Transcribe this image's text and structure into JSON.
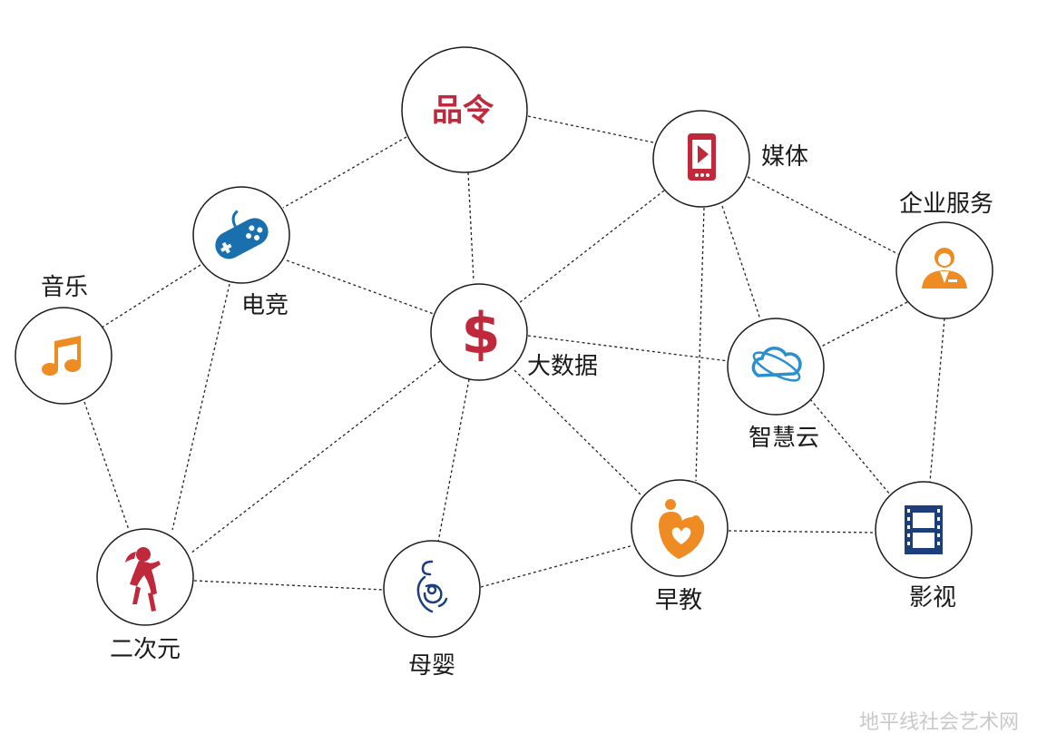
{
  "colors": {
    "red": "#c0293b",
    "blue": "#1a6fae",
    "orange": "#ee8b22",
    "navy": "#1c3f7c",
    "sky": "#2a8fcf"
  },
  "nodes": {
    "center": {
      "label": "品令"
    },
    "media": {
      "label": "媒体",
      "icon": "mobile-video-icon"
    },
    "esports": {
      "label": "电竞",
      "icon": "gamepad-icon"
    },
    "music": {
      "label": "音乐",
      "icon": "music-note-icon"
    },
    "bigdata": {
      "label": "大数据",
      "icon": "dollar-icon"
    },
    "enterprise": {
      "label": "企业服务",
      "icon": "service-person-icon"
    },
    "cloud": {
      "label": "智慧云",
      "icon": "cloud-icon"
    },
    "acg": {
      "label": "二次元",
      "icon": "anime-girl-icon"
    },
    "maternal": {
      "label": "母婴",
      "icon": "mother-baby-icon"
    },
    "early": {
      "label": "早教",
      "icon": "parent-child-icon"
    },
    "film": {
      "label": "影视",
      "icon": "film-strip-icon"
    }
  },
  "watermark": "地平线社会艺术网"
}
